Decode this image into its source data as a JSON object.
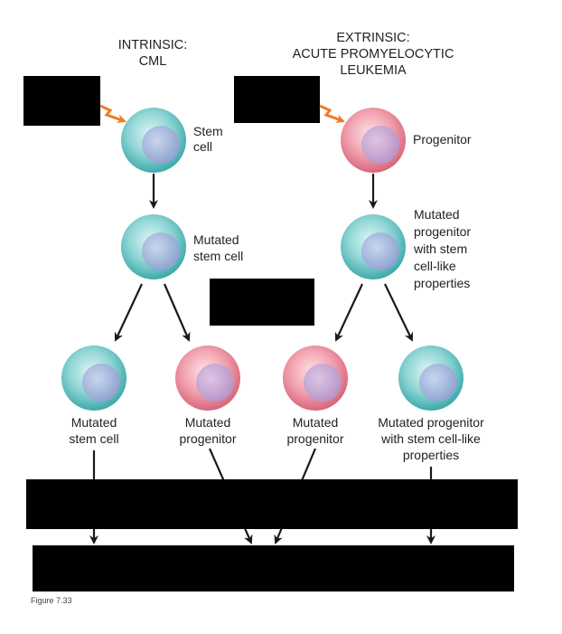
{
  "headers": {
    "intrinsic_line1": "INTRINSIC:",
    "intrinsic_line2": "CML",
    "extrinsic_line1": "EXTRINSIC:",
    "extrinsic_line2": "ACUTE PROMYELOCYTIC",
    "extrinsic_line3": "LEUKEMIA"
  },
  "labels": {
    "stem_cell": [
      "Stem",
      "cell"
    ],
    "progenitor": "Progenitor",
    "mutated_stem_cell_mid": [
      "Mutated",
      "stem cell"
    ],
    "mutated_progenitor_mid": [
      "Mutated",
      "progenitor",
      "with stem",
      "cell-like",
      "properties"
    ],
    "bottom_1": [
      "Mutated",
      "stem cell"
    ],
    "bottom_2": [
      "Mutated",
      "progenitor"
    ],
    "bottom_3": [
      "Mutated",
      "progenitor"
    ],
    "bottom_4": [
      "Mutated progenitor",
      "with stem cell-like",
      "properties"
    ]
  },
  "figure_caption": "Figure 7.33",
  "colors": {
    "stem_cell": "#7fd3d3",
    "progenitor": "#f3a6b2",
    "nucleus": "#a9b6dc",
    "mutation_arrow": "#f07a2a",
    "arrow": "#1a1a1a",
    "redaction": "#000000"
  }
}
